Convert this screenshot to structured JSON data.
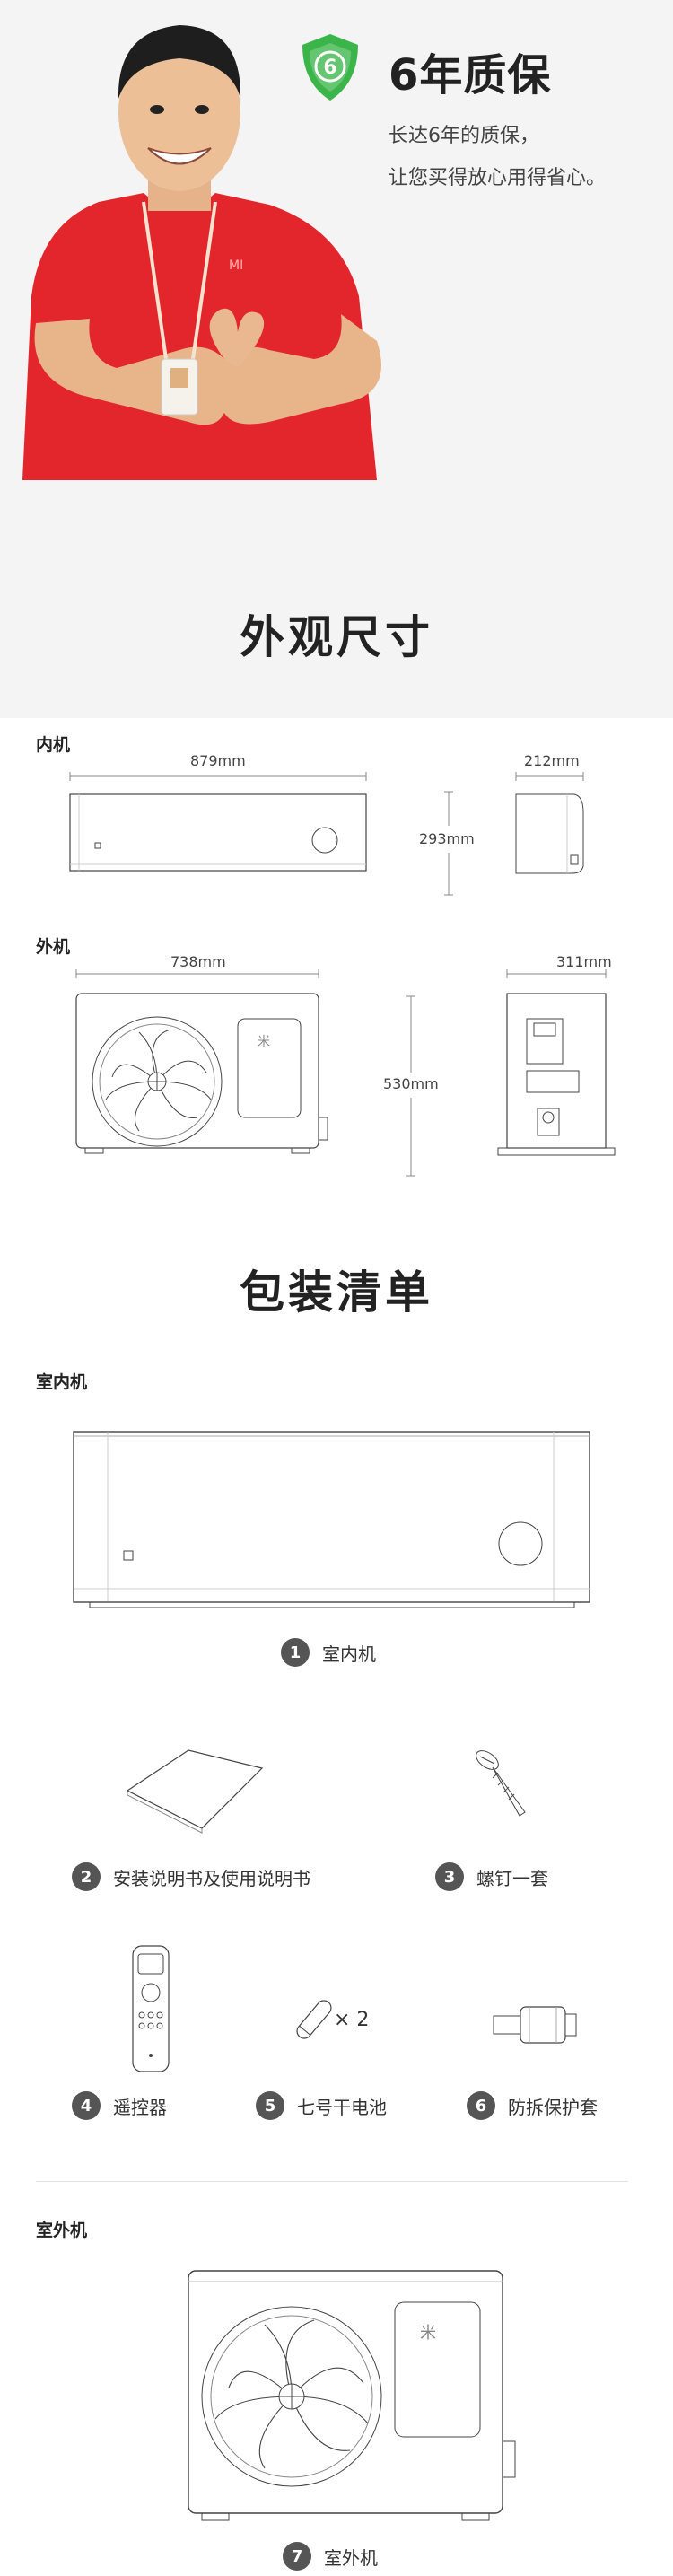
{
  "warranty": {
    "badge_number": "6",
    "title": "6年质保",
    "line1": "长达6年的质保，",
    "line2": "让您买得放心用得省心。",
    "logo_text": "MI"
  },
  "dimensions": {
    "section_title": "外观尺寸",
    "indoor": {
      "label": "内机",
      "width": "879mm",
      "height": "293mm",
      "depth": "212mm"
    },
    "outdoor": {
      "label": "外机",
      "width": "738mm",
      "height": "530mm",
      "depth": "311mm"
    }
  },
  "packing": {
    "section_title": "包装清单",
    "indoor_label": "室内机",
    "outdoor_label": "室外机",
    "battery_count": "× 2",
    "items": [
      {
        "num": "1",
        "label": "室内机"
      },
      {
        "num": "2",
        "label": "安装说明书及使用说明书"
      },
      {
        "num": "3",
        "label": "螺钉一套"
      },
      {
        "num": "4",
        "label": "遥控器"
      },
      {
        "num": "5",
        "label": "七号干电池"
      },
      {
        "num": "6",
        "label": "防拆保护套"
      },
      {
        "num": "7",
        "label": "室外机"
      }
    ]
  },
  "colors": {
    "accent": "#3bb54a",
    "shirt": "#e3262b",
    "badge": "#555555"
  },
  "icons": [
    "shield-check-icon",
    "mijia-logo-icon",
    "fan-icon",
    "screw-icon"
  ]
}
